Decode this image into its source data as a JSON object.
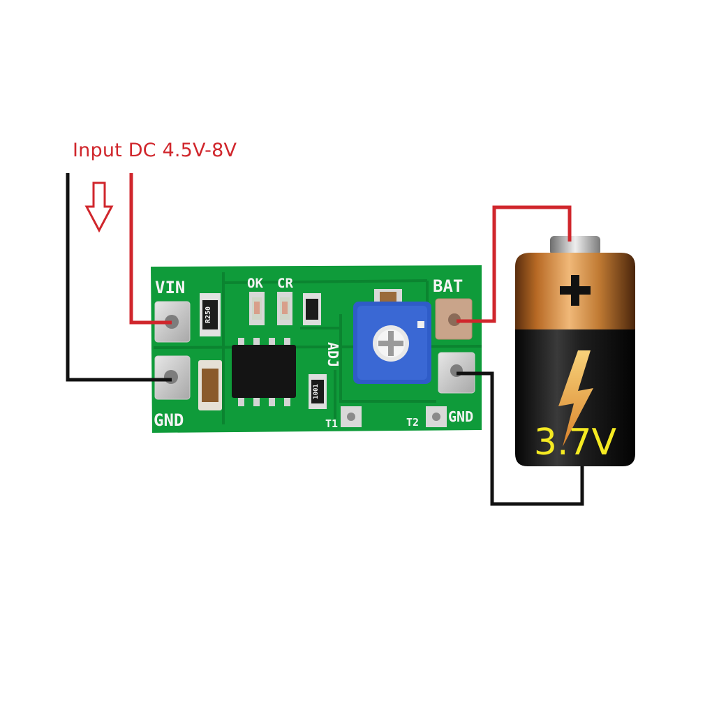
{
  "diagram": {
    "input_label": "Input DC 4.5V-8V",
    "board": {
      "pin_vin": "VIN",
      "pin_gnd_left": "GND",
      "led_ok": "OK",
      "led_cr": "CR",
      "adj": "ADJ",
      "pin_bat": "BAT",
      "pin_gnd_right": "GND",
      "test_t1": "T1",
      "test_t2": "T2",
      "resistor_code": "R250",
      "resistor_small_code": "1001"
    },
    "battery": {
      "plus": "+",
      "voltage": "3.7V"
    }
  },
  "colors": {
    "wire_positive": "#d0262c",
    "wire_negative": "#111111",
    "pcb": "#0f9b3a",
    "pcb_trace": "#0b8430",
    "battery_gold": "#c7782d",
    "battery_black": "#1a1a1a",
    "voltage_text": "#f5ea22",
    "pot_blue": "#2f5cc8"
  }
}
